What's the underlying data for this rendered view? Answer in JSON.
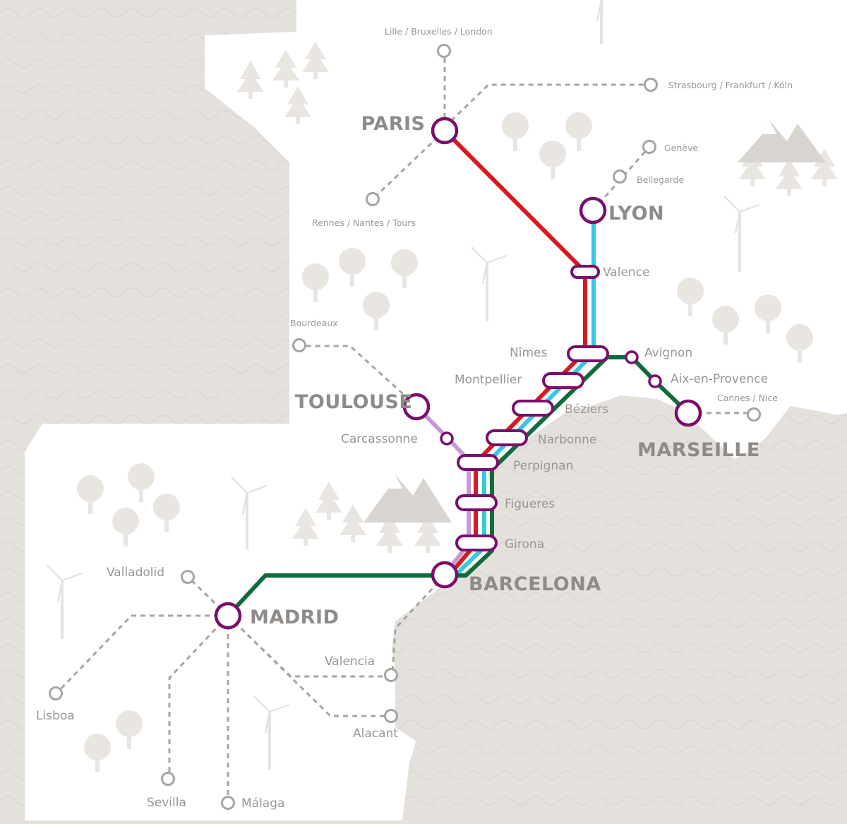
{
  "title": "",
  "colors": {
    "background_sea": "#e4e1dd",
    "land": "#ffffff",
    "station_outline": "#7a0f6b",
    "line_red": "#d71920",
    "line_cyan": "#35c8e0",
    "line_green": "#0f6b3c",
    "line_lilac": "#c79ad6",
    "connection_dashed": "#a8a4a1",
    "tree": "#e9e6e2",
    "label": "#8f8b89"
  },
  "major_stations": {
    "paris": "PARIS",
    "lyon": "LYON",
    "toulouse": "TOULOUSE",
    "marseille": "MARSEILLE",
    "barcelona": "BARCELONA",
    "madrid": "MADRID"
  },
  "line_stations": {
    "valence": "Valence",
    "nimes": "Nîmes",
    "avignon": "Avignon",
    "aix": "Aix-en-Provence",
    "montpellier": "Montpellier",
    "beziers": "Béziers",
    "carcassonne": "Carcassonne",
    "narbonne": "Narbonne",
    "perpignan": "Perpignan",
    "figueres": "Figueres",
    "girona": "Girona"
  },
  "connections": {
    "lille": "Lille / Bruxelles / London",
    "strasbourg": "Strasbourg / Frankfurt / Köln",
    "geneve": "Genève",
    "bellegarde": "Bellegarde",
    "rennes": "Rennes / Nantes / Tours",
    "bordeaux": "Bourdeaux",
    "cannes": "Cannes / Nice",
    "valladolid": "Valladolid",
    "lisboa": "Lisboa",
    "valencia": "Valencia",
    "alacant": "Alacant",
    "sevilla": "Sevilla",
    "malaga": "Málaga"
  },
  "icons": [
    "tree-icon",
    "pine-tree-icon",
    "mountain-icon",
    "wind-turbine-icon",
    "wave-pattern"
  ]
}
